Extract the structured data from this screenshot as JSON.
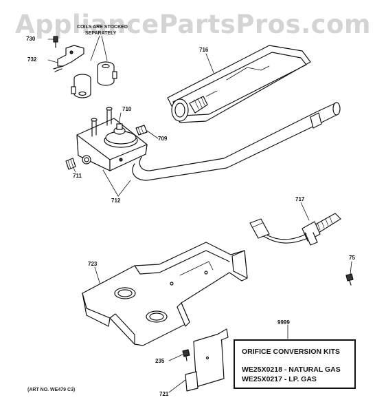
{
  "watermark": "AppliancePartsPros.com",
  "note_lines": [
    "COILS ARE STOCKED",
    "SEPARATELY"
  ],
  "callouts": {
    "p730": "730",
    "p732": "732",
    "p716": "716",
    "p710": "710",
    "p709": "709",
    "p711": "711",
    "p712": "712",
    "p717": "717",
    "p723": "723",
    "p75": "75",
    "p9999": "9999",
    "p235": "235",
    "p721": "721"
  },
  "kit_box": {
    "title": "ORIFICE CONVERSION KITS",
    "lines": [
      "WE25X0218 - NATURAL GAS",
      "WE25X0217 - LP. GAS"
    ]
  },
  "art_no": "(ART NO. WE479 C3)"
}
